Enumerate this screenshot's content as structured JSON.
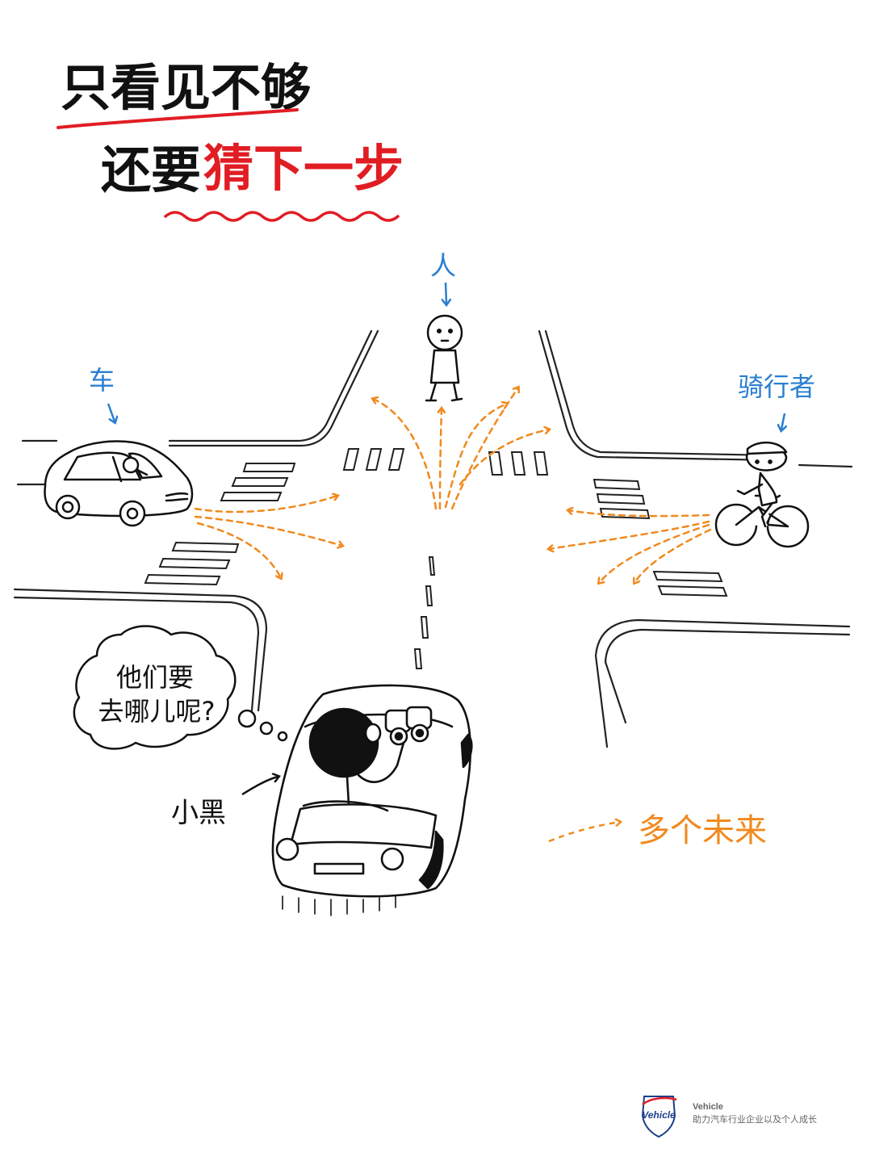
{
  "title": {
    "line1": "只看见不够",
    "line2_prefix": "还要",
    "line2_highlight": "猜下一步"
  },
  "labels": {
    "pedestrian": "人",
    "car": "车",
    "cyclist": "骑行者",
    "ego_car": "小黑",
    "thought_line1": "他们要",
    "thought_line2": "去哪儿呢?",
    "legend": "多个未来"
  },
  "footer": {
    "logo_text": "Vehicle",
    "brand": "Vehicle",
    "tagline": "助力汽车行业企业以及个人成长"
  },
  "colors": {
    "ink": "#111111",
    "label_blue": "#2a7fd1",
    "highlight_red": "#e11d24",
    "arrow_orange": "#f08a1e"
  }
}
